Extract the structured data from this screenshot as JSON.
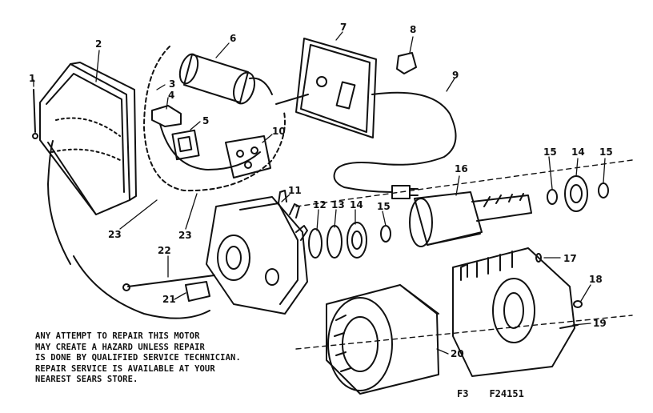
{
  "warning_lines": [
    "ANY ATTEMPT TO REPAIR THIS MOTOR",
    "MAY CREATE A HAZARD UNLESS REPAIR",
    "IS DONE BY QUALIFIED SERVICE TECHNICIAN.",
    "REPAIR SERVICE IS AVAILABLE AT YOUR",
    "NEAREST SEARS STORE."
  ],
  "figure": {
    "sheet": "F3",
    "number": "F24151"
  },
  "callouts": {
    "c1": "1",
    "c2": "2",
    "c3": "3",
    "c4": "4",
    "c5": "5",
    "c6": "6",
    "c7": "7",
    "c8": "8",
    "c9": "9",
    "c10": "10",
    "c11": "11",
    "c12": "12",
    "c13": "13",
    "c14a": "14",
    "c14b": "14",
    "c15a": "15",
    "c15b": "15",
    "c15c": "15",
    "c16": "16",
    "c17": "17",
    "c18": "18",
    "c19": "19",
    "c20": "20",
    "c21": "21",
    "c22": "22",
    "c23a": "23",
    "c23b": "23"
  }
}
